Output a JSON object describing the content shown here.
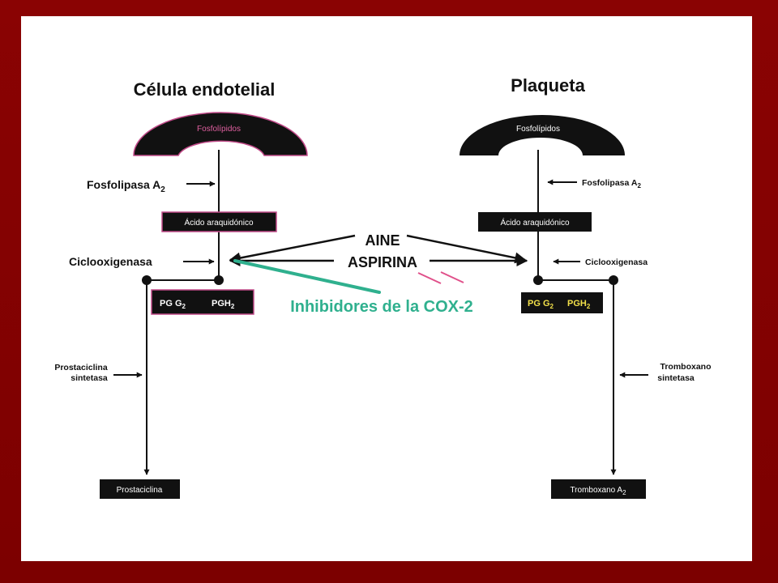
{
  "left": {
    "title": "Célula endotelial",
    "phospholipids": "Fosfolípidos",
    "phospholipase": "Fosfolipasa A",
    "phospholipase_sub": "2",
    "arachidonic": "Ácido araquidónico",
    "cyclooxygenase": "Ciclooxigenasa",
    "pg_a": "PG G",
    "pg_a_sub": "2",
    "pg_b": "PGH",
    "pg_b_sub": "2",
    "synthase_line1": "Prostaciclina",
    "synthase_line2": "sintetasa",
    "product": "Prostaciclina"
  },
  "right": {
    "title": "Plaqueta",
    "phospholipids": "Fosfolípidos",
    "phospholipase": "Fosfolipasa A",
    "phospholipase_sub": "2",
    "arachidonic": "Ácido araquidónico",
    "cyclooxygenase": "Ciclooxigenasa",
    "pg_a": "PG G",
    "pg_a_sub": "2",
    "pg_b": "PGH",
    "pg_b_sub": "2",
    "synthase_line1": "Tromboxano",
    "synthase_line2": "sintetasa",
    "product": "Tromboxano A",
    "product_sub": "2"
  },
  "center": {
    "aine": "AINE",
    "aspirina": "ASPIRINA",
    "cox2": "Inhibidores de la COX-2"
  },
  "colors": {
    "background": "#7a0000",
    "box": "#111111",
    "left_phospholipid_text": "#e060a0",
    "right_pg_text": "#f2e04a",
    "cox2_green": "#2fb08e",
    "block_pink": "#e0508a"
  }
}
